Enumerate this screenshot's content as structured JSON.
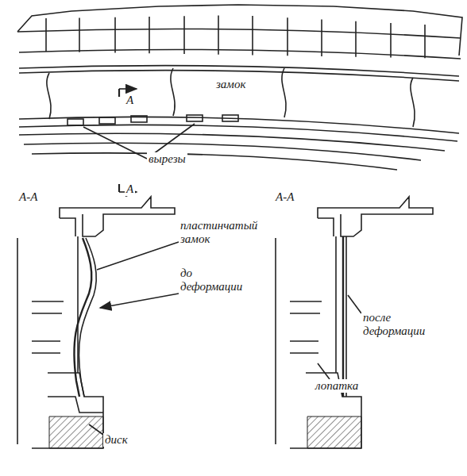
{
  "diagram": {
    "labels": [
      "A",
      "замок",
      "A",
      "вырезы",
      "A-A",
      "пластинчатый замок",
      "до деформации",
      "A-A",
      "после деформации",
      "лопатка",
      "диск"
    ]
  }
}
